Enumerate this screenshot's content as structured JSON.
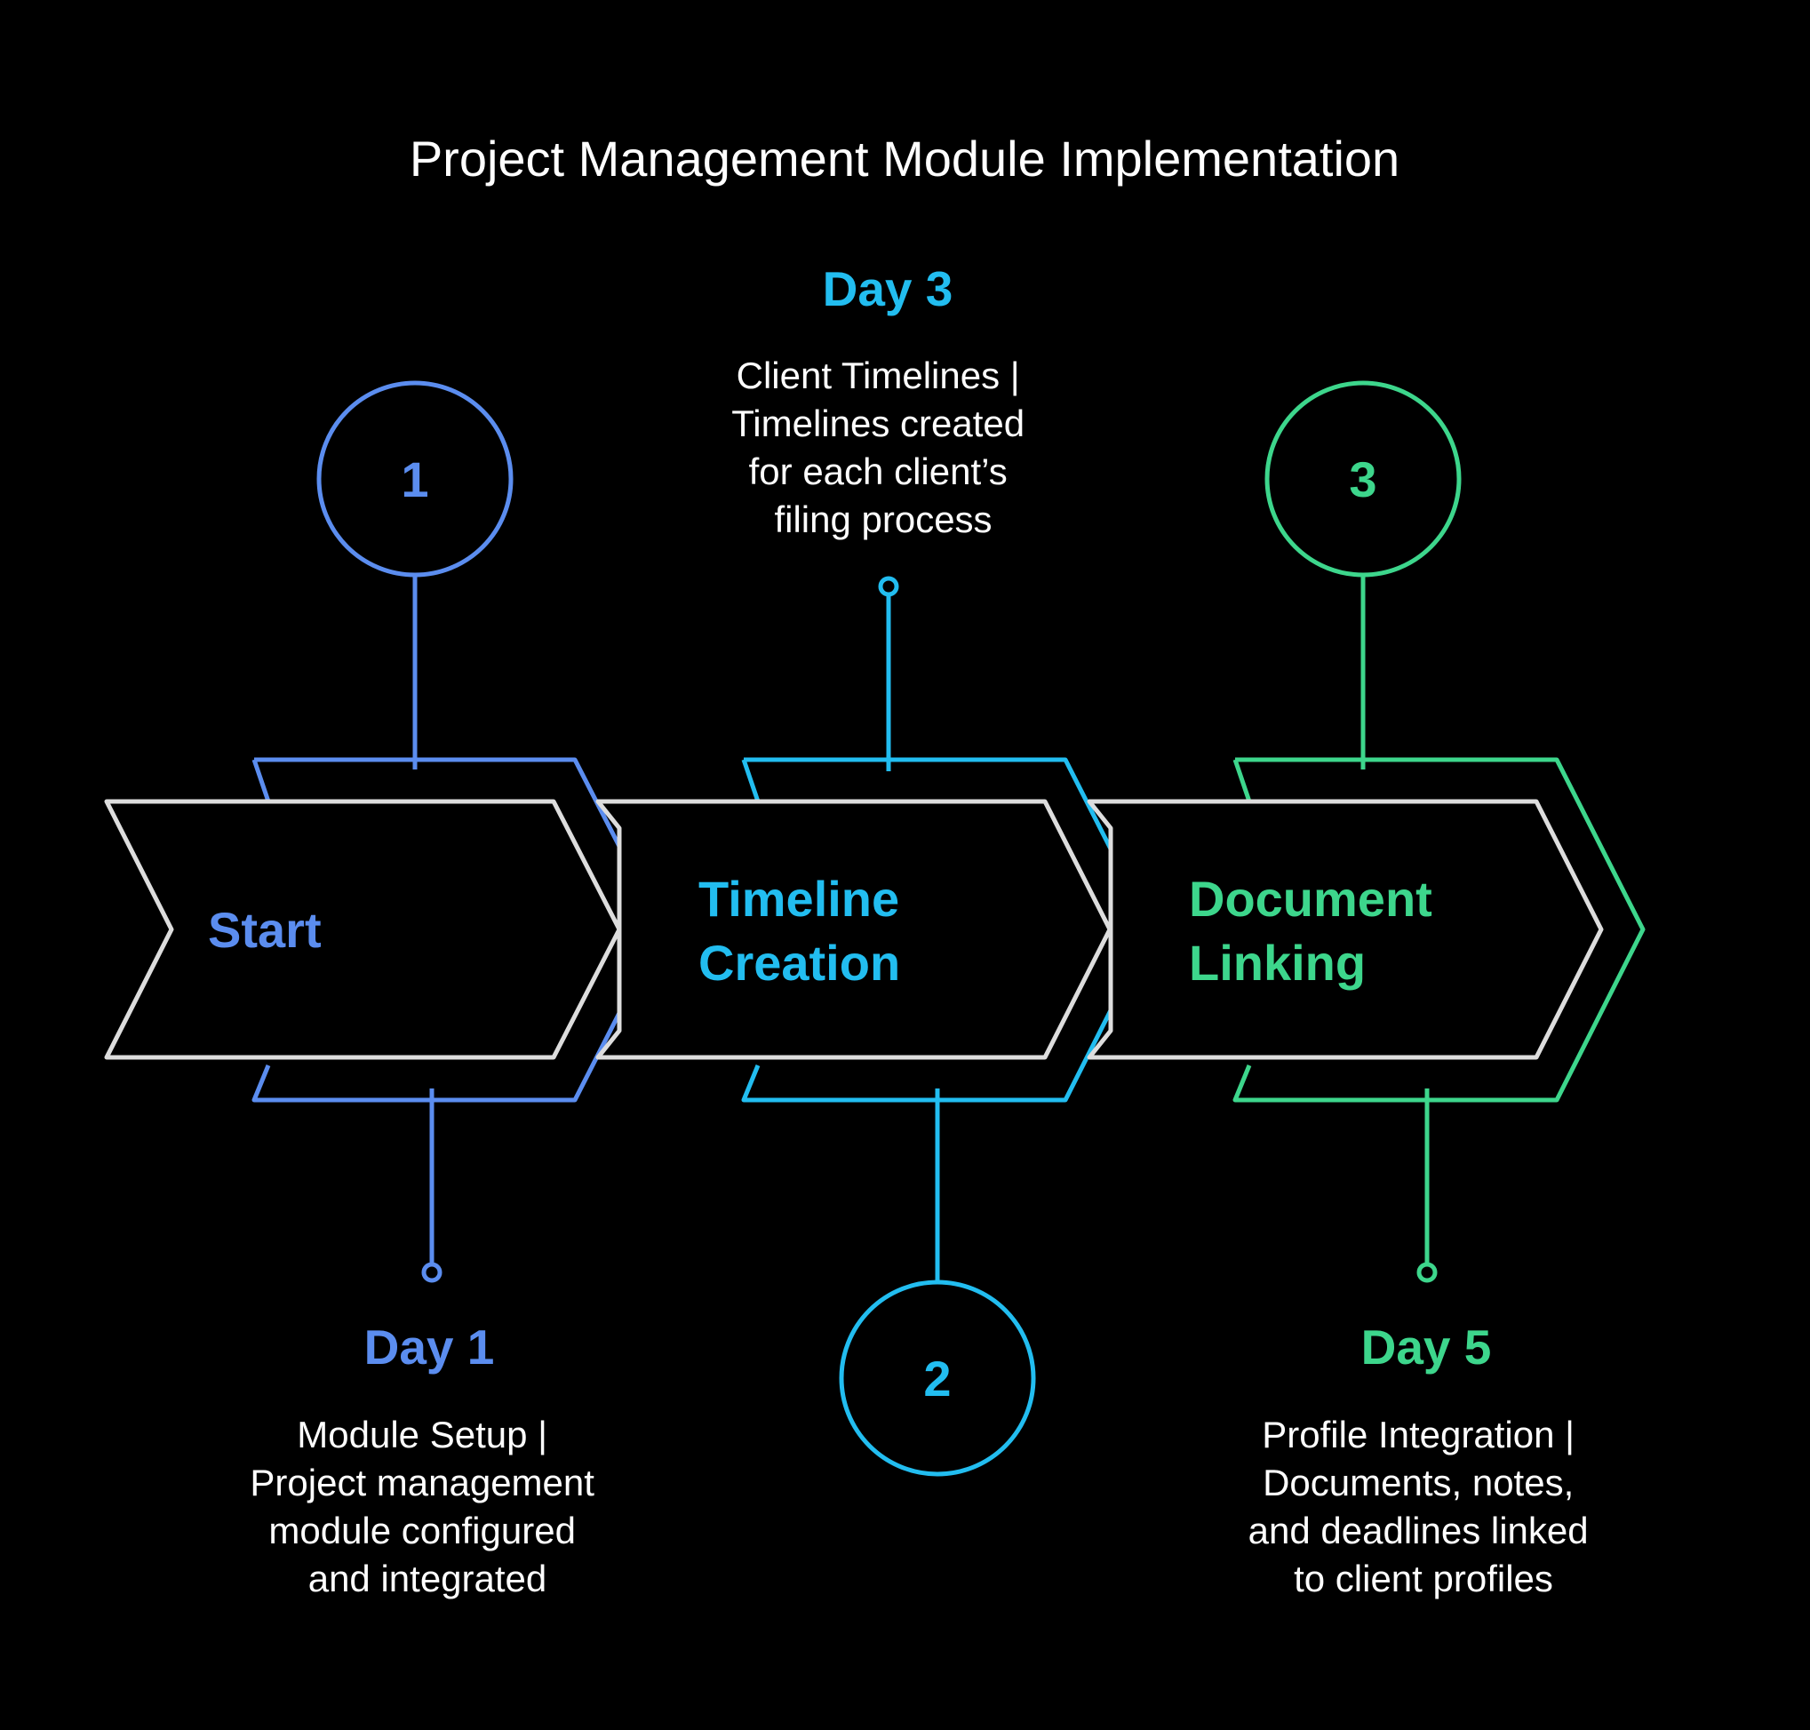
{
  "title": "Project Management Module Implementation",
  "colors": {
    "blue": "#5b8def",
    "cyan": "#22bdf0",
    "green": "#3dd68c",
    "white": "#dddddd",
    "background": "#000000"
  },
  "steps": [
    {
      "number": "1",
      "name_lines": [
        "Start"
      ],
      "day": "Day 1",
      "description_lines": [
        "Module Setup |",
        "Project management",
        "module configured",
        "and integrated"
      ]
    },
    {
      "number": "2",
      "name_lines": [
        "Timeline",
        "Creation"
      ],
      "day": "Day 3",
      "description_lines": [
        "Client Timelines |",
        "Timelines created",
        "for each client’s",
        "filing process"
      ]
    },
    {
      "number": "3",
      "name_lines": [
        "Document",
        "Linking"
      ],
      "day": "Day 5",
      "description_lines": [
        "Profile Integration |",
        "Documents, notes,",
        "and deadlines linked",
        "to client profiles"
      ]
    }
  ]
}
